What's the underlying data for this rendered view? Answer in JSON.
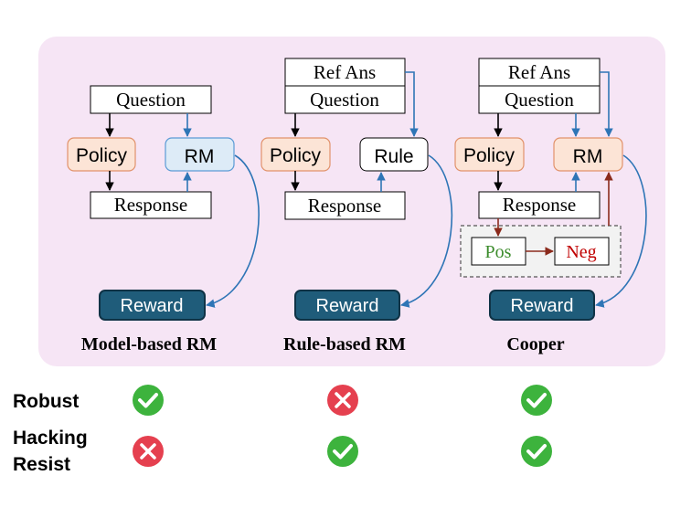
{
  "panels": [
    {
      "title": "Model-based RM",
      "question": "Question",
      "policy": "Policy",
      "judge": "RM",
      "response": "Response",
      "reward": "Reward"
    },
    {
      "title": "Rule-based RM",
      "ref_ans": "Ref Ans",
      "question": "Question",
      "policy": "Policy",
      "judge": "Rule",
      "response": "Response",
      "reward": "Reward"
    },
    {
      "title": "Cooper",
      "ref_ans": "Ref Ans",
      "question": "Question",
      "policy": "Policy",
      "judge": "RM",
      "response": "Response",
      "pos": "Pos",
      "neg": "Neg",
      "reward": "Reward"
    }
  ],
  "comparison": {
    "rows": [
      {
        "label": "Robust",
        "values": [
          "check",
          "cross",
          "check"
        ]
      },
      {
        "label_line1": "Hacking",
        "label_line2": "Resist",
        "values": [
          "cross",
          "check",
          "check"
        ]
      }
    ]
  },
  "colors": {
    "panel_bg": "#F6E5F5",
    "policy_fill": "#FCE4D6",
    "policy_stroke": "#E1926B",
    "rm_blue_fill": "#DDEBF7",
    "rm_blue_stroke": "#5B9BD5",
    "reward_fill": "#1F5C7A",
    "blue_arrow": "#2E75B6",
    "red_arrow": "#8B2A1C",
    "pos_text": "#3C8C2C",
    "neg_text": "#C00000",
    "check": "#3DB33D",
    "cross": "#E5404F"
  }
}
